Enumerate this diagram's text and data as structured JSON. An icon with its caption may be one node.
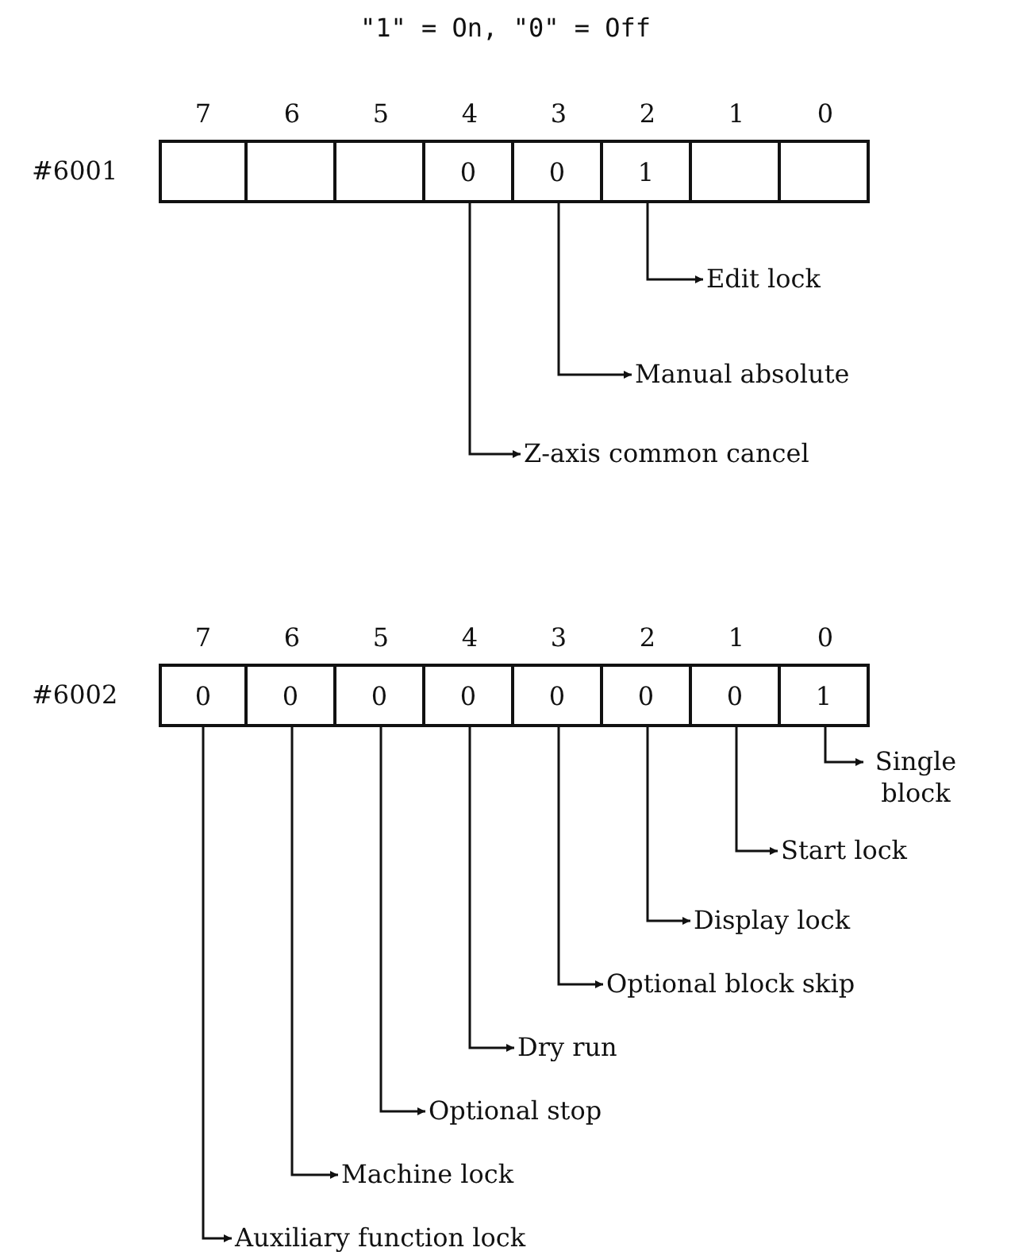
{
  "diagram": {
    "title": "\"1\" = On, \"0\" = Off",
    "nodes": [
      {
        "text": [],
        "shape": "box"
      },
      {
        "text": [],
        "shape": "box"
      },
      {
        "text": [],
        "shape": "box"
      },
      {
        "text": [
          "0"
        ]
      },
      {
        "text": [
          "0"
        ]
      },
      {
        "text": [
          "1"
        ]
      },
      {
        "text": [],
        "shape": "box"
      },
      {
        "text": [],
        "shape": "box"
      },
      {
        "text": [
          "Edit lock"
        ]
      },
      {
        "text": [
          "Manual absolute"
        ]
      },
      {
        "text": [
          "Z-axis common cancel"
        ]
      },
      {
        "text": [
          "0"
        ]
      },
      {
        "text": [
          "0"
        ]
      },
      {
        "text": [
          "0"
        ]
      },
      {
        "text": [
          "0"
        ]
      },
      {
        "text": [
          "0"
        ]
      },
      {
        "text": [
          "0"
        ]
      },
      {
        "text": [
          "0"
        ]
      },
      {
        "text": [
          "1"
        ]
      },
      {
        "text": [
          "Single block"
        ]
      },
      {
        "text": [
          "Start lock"
        ]
      },
      {
        "text": [
          "Display lock"
        ]
      },
      {
        "text": [
          "Optional block skip"
        ]
      },
      {
        "text": [
          "Dry run"
        ]
      },
      {
        "text": [
          "Optional stop"
        ]
      },
      {
        "text": [
          "Machine lock"
        ]
      },
      {
        "text": [
          "Auxiliary function lock"
        ]
      }
    ],
    "edges": [
      {
        "from": 5,
        "to": 8,
        "arrow": "to"
      },
      {
        "from": 4,
        "to": 9,
        "arrow": "to"
      },
      {
        "from": 3,
        "to": 10,
        "arrow": "to"
      },
      {
        "from": 18,
        "to": 19,
        "arrow": "to"
      },
      {
        "from": 17,
        "to": 20,
        "arrow": "to"
      },
      {
        "from": 16,
        "to": 21,
        "arrow": "to"
      },
      {
        "from": 15,
        "to": 22,
        "arrow": "to"
      },
      {
        "from": 14,
        "to": 23,
        "arrow": "to"
      },
      {
        "from": 13,
        "to": 24,
        "arrow": "to"
      },
      {
        "from": 12,
        "to": 25,
        "arrow": "to"
      },
      {
        "from": 11,
        "to": 26,
        "arrow": "to"
      }
    ],
    "labels": [
      "7",
      "6",
      "5",
      "4",
      "3",
      "2",
      "1",
      "0",
      "#6001",
      "7",
      "6",
      "5",
      "4",
      "3",
      "2",
      "1",
      "0",
      "#6002"
    ]
  }
}
